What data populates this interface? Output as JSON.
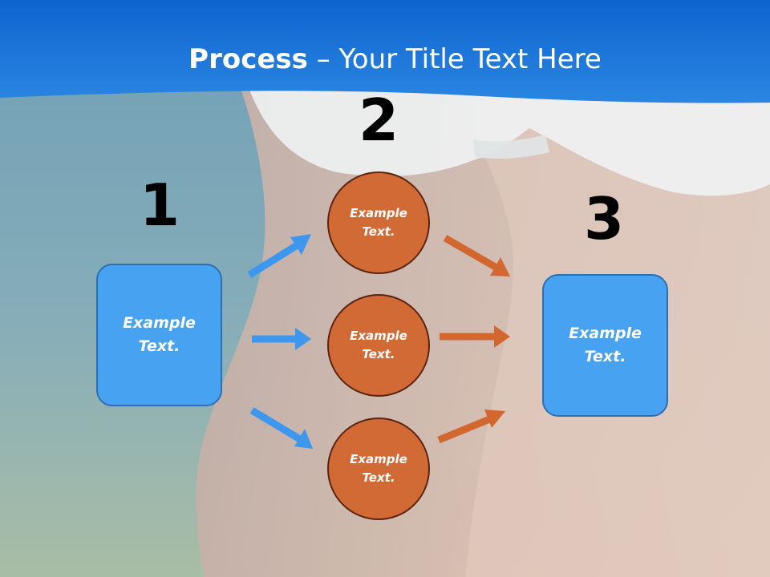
{
  "title": {
    "bold": "Process",
    "dash": " – ",
    "rest": "Your Title Text Here"
  },
  "steps": {
    "one": "1",
    "two": "2",
    "three": "3"
  },
  "boxes": {
    "left": {
      "line1": "Example",
      "line2": "Text."
    },
    "right": {
      "line1": "Example",
      "line2": "Text."
    }
  },
  "circles": [
    {
      "line1": "Example",
      "line2": "Text."
    },
    {
      "line1": "Example",
      "line2": "Text."
    },
    {
      "line1": "Example",
      "line2": "Text."
    }
  ],
  "colors": {
    "banner": "#1a73d8",
    "box_fill": "#47a2f1",
    "box_border": "#2d6fb2",
    "circle_fill": "#d26a35",
    "circle_border": "#5a2410",
    "blue_arrow": "#3d97ee",
    "orange_arrow": "#d2672f"
  }
}
